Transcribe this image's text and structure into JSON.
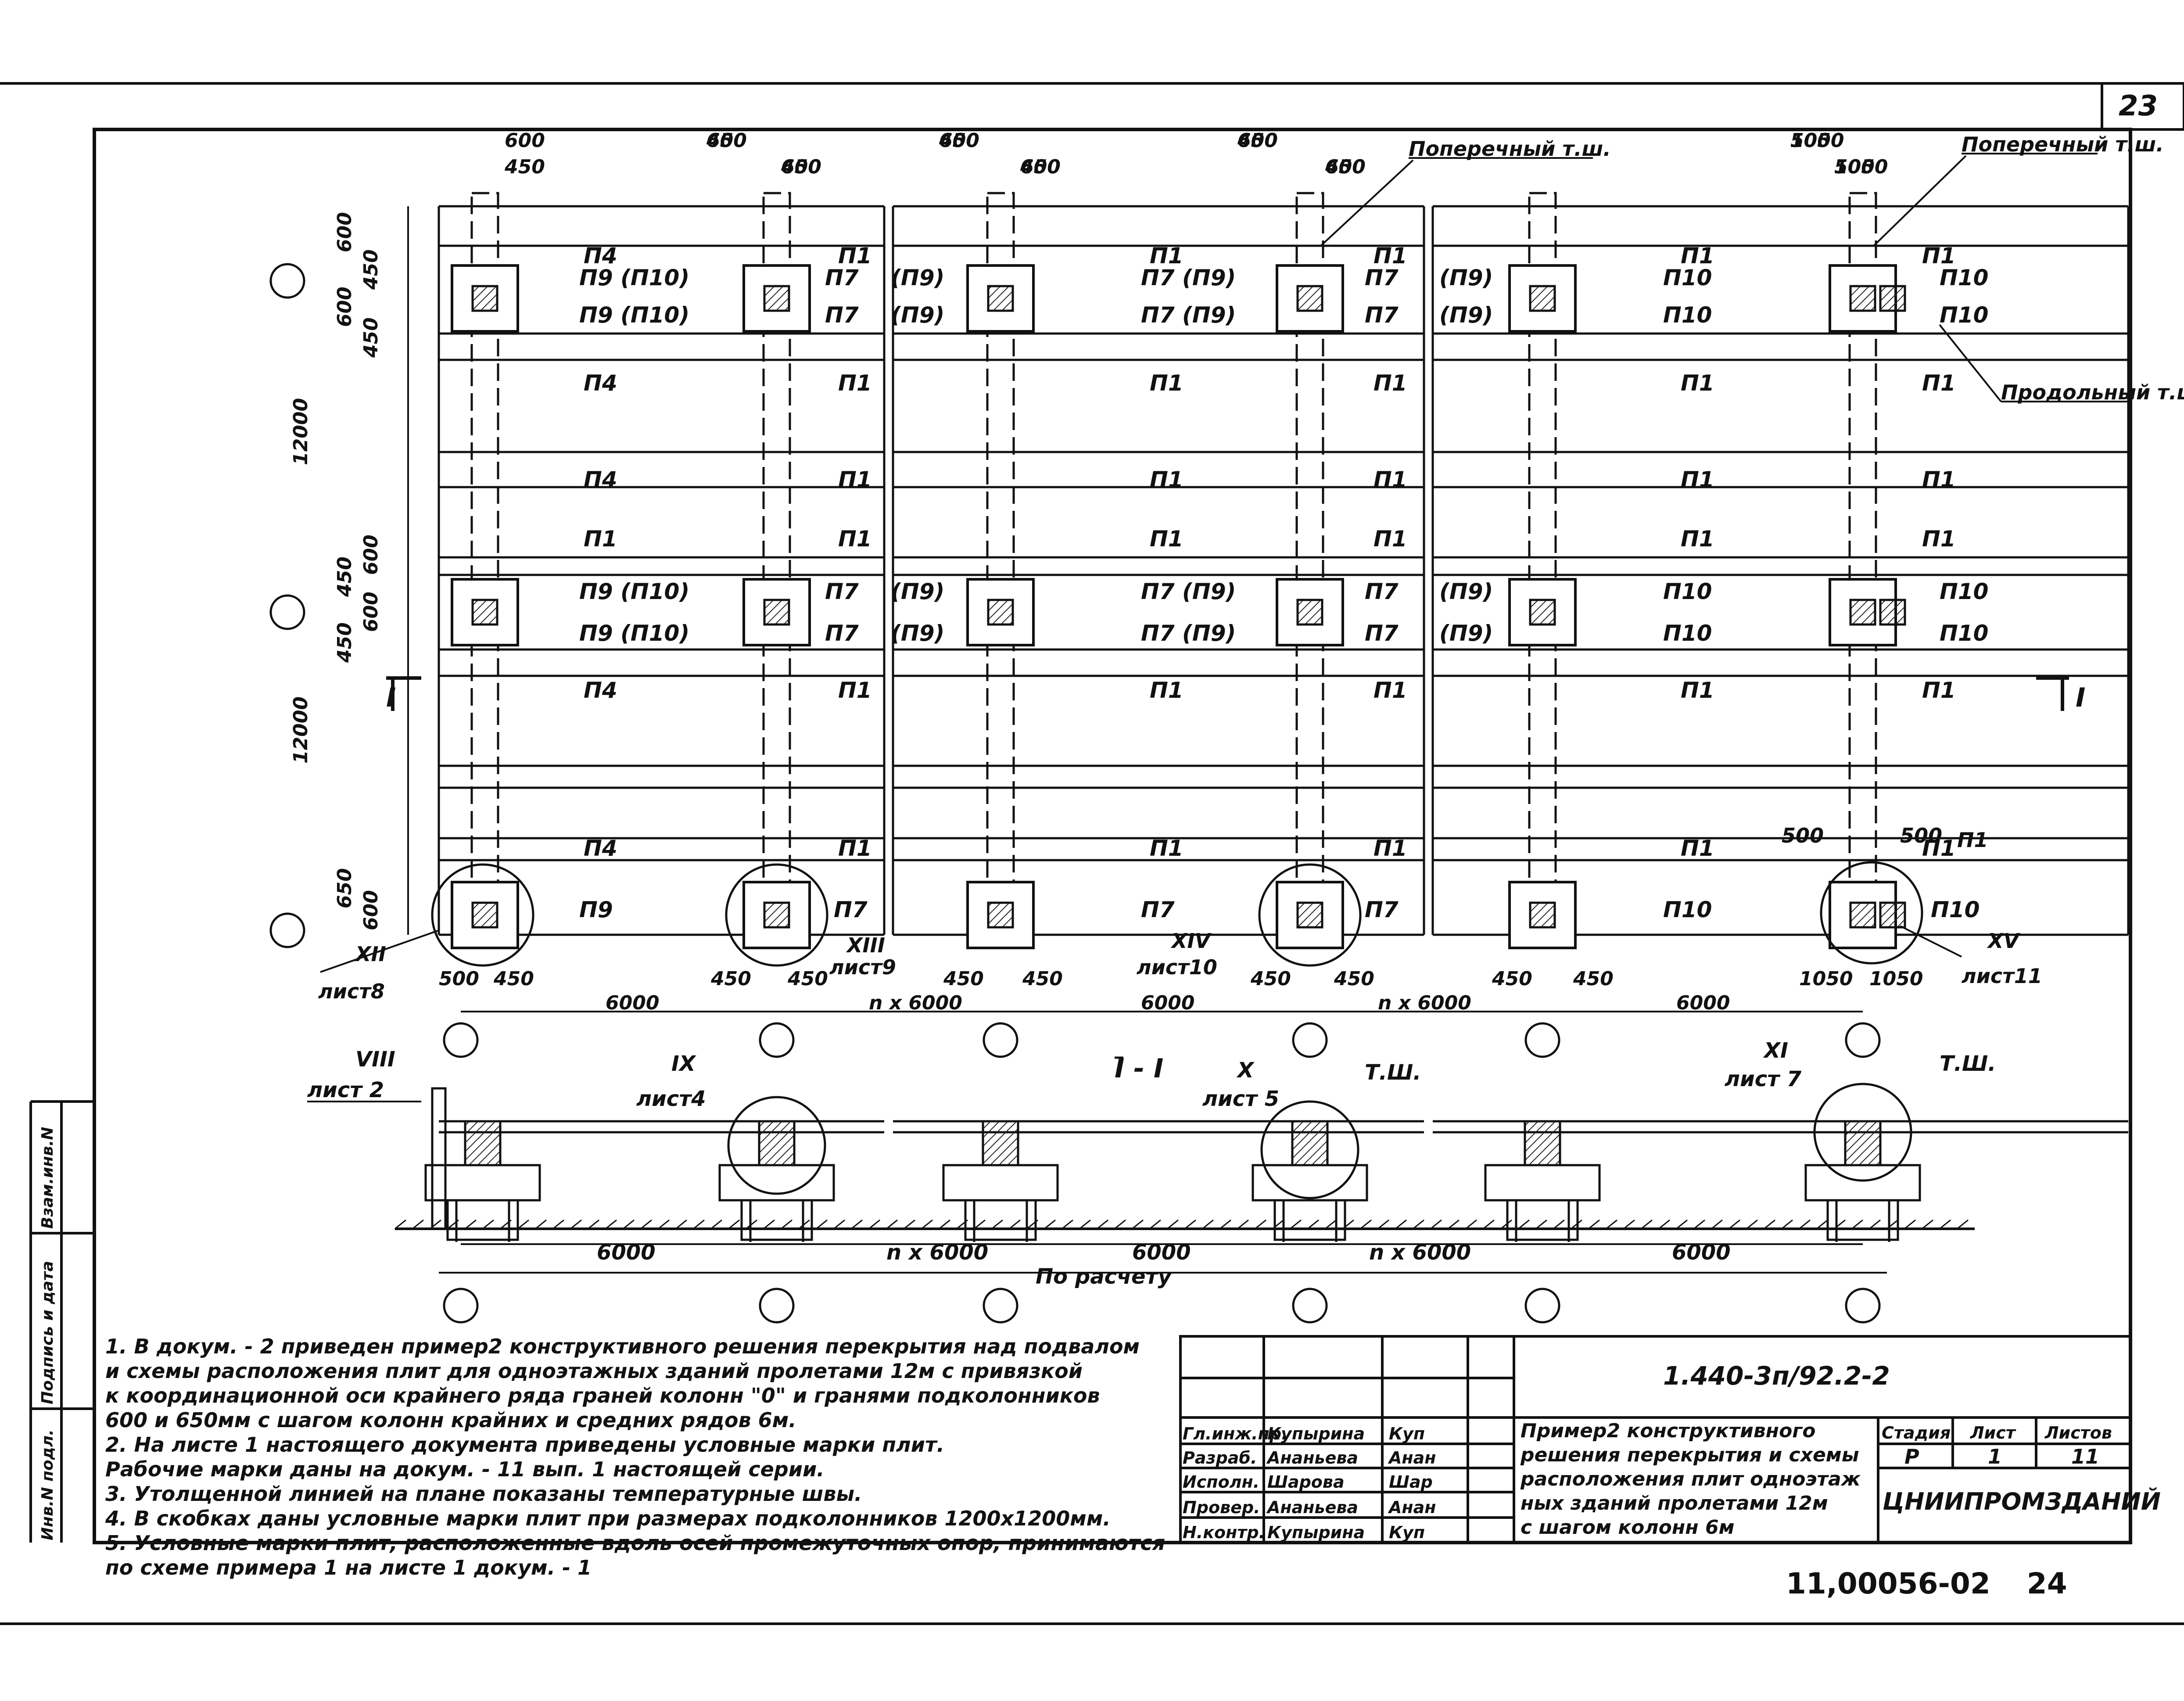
{
  "page_number": "23",
  "document_code": "1.440-3п/92.2-2",
  "archive_number": "11,00056-02",
  "archive_page": "24",
  "plan": {
    "dims_top": [
      "600",
      "450",
      "600",
      "600",
      "450",
      "450",
      "600",
      "600",
      "450",
      "450",
      "600",
      "600",
      "450",
      "450",
      "1050",
      "1050",
      "500",
      "500"
    ],
    "dims_left": [
      "600",
      "450",
      "600",
      "450",
      "12000",
      "600",
      "450",
      "600",
      "450",
      "12000",
      "650",
      "600"
    ],
    "dims_bottom": [
      "500",
      "450",
      "450",
      "450",
      "450",
      "450",
      "450",
      "450",
      "450",
      "450",
      "1050",
      "1050"
    ],
    "spans_bottom": [
      "6000",
      "n x 6000",
      "6000",
      "n x 6000",
      "6000"
    ],
    "labels_row1": [
      "П4",
      "П1",
      "П1",
      "П1",
      "П1",
      "П1"
    ],
    "labels_rowA_top": [
      "П9 (П10)",
      "П7",
      "(П9)",
      "П7 (П9)",
      "П7",
      "(П9)",
      "П10",
      "П10"
    ],
    "labels_rowA_bot": [
      "П9 (П10)",
      "П7",
      "(П9)",
      "П7 (П9)",
      "П7",
      "(П9)",
      "П10",
      "П10"
    ],
    "labels_row2": [
      "П4",
      "П1",
      "П1",
      "П1",
      "П1",
      "П1"
    ],
    "labels_row3": [
      "П4",
      "П1",
      "П1",
      "П1",
      "П1",
      "П1"
    ],
    "labels_row4": [
      "П1",
      "П1",
      "П1",
      "П1",
      "П1",
      "П1"
    ],
    "labels_rowB_top": [
      "П9 (П10)",
      "П7",
      "(П9)",
      "П7 (П9)",
      "П7",
      "(П9)",
      "П10",
      "П10"
    ],
    "labels_rowB_bot": [
      "П9 (П10)",
      "П7",
      "(П9)",
      "П7 (П9)",
      "П7",
      "(П9)",
      "П10",
      "П10"
    ],
    "labels_row5": [
      "П4",
      "П1",
      "П1",
      "П1",
      "П1",
      "П1"
    ],
    "labels_row6": [
      "П4",
      "П1",
      "П1",
      "П1",
      "П1",
      "П1"
    ],
    "labels_rowC": [
      "П9",
      "П7",
      "П7",
      "П7",
      "П10",
      "П10"
    ],
    "callouts": {
      "transverse_joint": "Поперечный т.ш.",
      "transverse_joint2": "Поперечный т.ш.",
      "longitudinal_joint": "Продольный т.ш.",
      "sec_mark": "I",
      "n12": "XII",
      "n12_sheet": "лист8",
      "n13": "XIII",
      "n13_sheet": "лист9",
      "n14": "XIV",
      "n14_sheet": "лист10",
      "n15": "XV",
      "n15_sheet": "лист11",
      "d500a": "500",
      "d500b": "500",
      "p1": "П1"
    }
  },
  "section": {
    "title": "I - I",
    "c8": "VIII",
    "c8_sheet": "лист 2",
    "c9": "IX",
    "c9_sheet": "лист4",
    "c10": "X",
    "c10_sheet": "лист 5",
    "c11": "XI",
    "c11_sheet": "лист 7",
    "tsh1": "Т.Ш.",
    "tsh2": "Т.Ш.",
    "spans": [
      "6000",
      "n x 6000",
      "6000",
      "n x 6000",
      "6000"
    ],
    "total": "По расчету"
  },
  "notes": [
    "1. В докум. - 2 приведен пример2 конструктивного решения перекрытия над подвалом",
    "   и схемы расположения плит для одноэтажных зданий пролетами 12м с привязкой",
    "   к координационной оси крайнего ряда граней колонн \"0\" и гранями подколонников",
    "   600 и 650мм с шагом колонн крайних и средних рядов 6м.",
    "2. На листе 1 настоящего документа приведены условные марки плит.",
    "   Рабочие марки даны на докум. - 11 вып. 1 настоящей серии.",
    "3. Утолщенной линией на плане показаны температурные швы.",
    "4. В скобках даны условные марки плит при размерах подколонников 1200х1200мм.",
    "5. Условные марки плит, расположенные вдоль осей промежуточных опор, принимаются",
    "   по схеме примера 1 на листе 1 докум. - 1"
  ],
  "title_block": {
    "rows": [
      {
        "role": "Гл.инж.пр.",
        "name": "Купырина",
        "sign": "Куп"
      },
      {
        "role": "Разраб.",
        "name": "Ананьева",
        "sign": "Анан"
      },
      {
        "role": "Исполн.",
        "name": "Шарова",
        "sign": "Шар"
      },
      {
        "role": "Провер.",
        "name": "Ананьева",
        "sign": "Анан"
      },
      {
        "role": "Н.контр.",
        "name": "Купырина",
        "sign": "Куп"
      }
    ],
    "description_lines": [
      "Пример2 конструктивного",
      "решения перекрытия и схемы",
      "расположения плит одноэтаж",
      "ных зданий пролетами 12м",
      "с шагом колонн 6м"
    ],
    "stage_label": "Стадия",
    "sheet_label": "Лист",
    "sheets_label": "Листов",
    "stage": "Р",
    "sheet": "1",
    "sheets": "11",
    "organization": "ЦНИИПРОМЗДАНИЙ"
  },
  "side_stamp": [
    "Инв.N подл.",
    "Подпись и дата",
    "Взам.инв.N"
  ]
}
